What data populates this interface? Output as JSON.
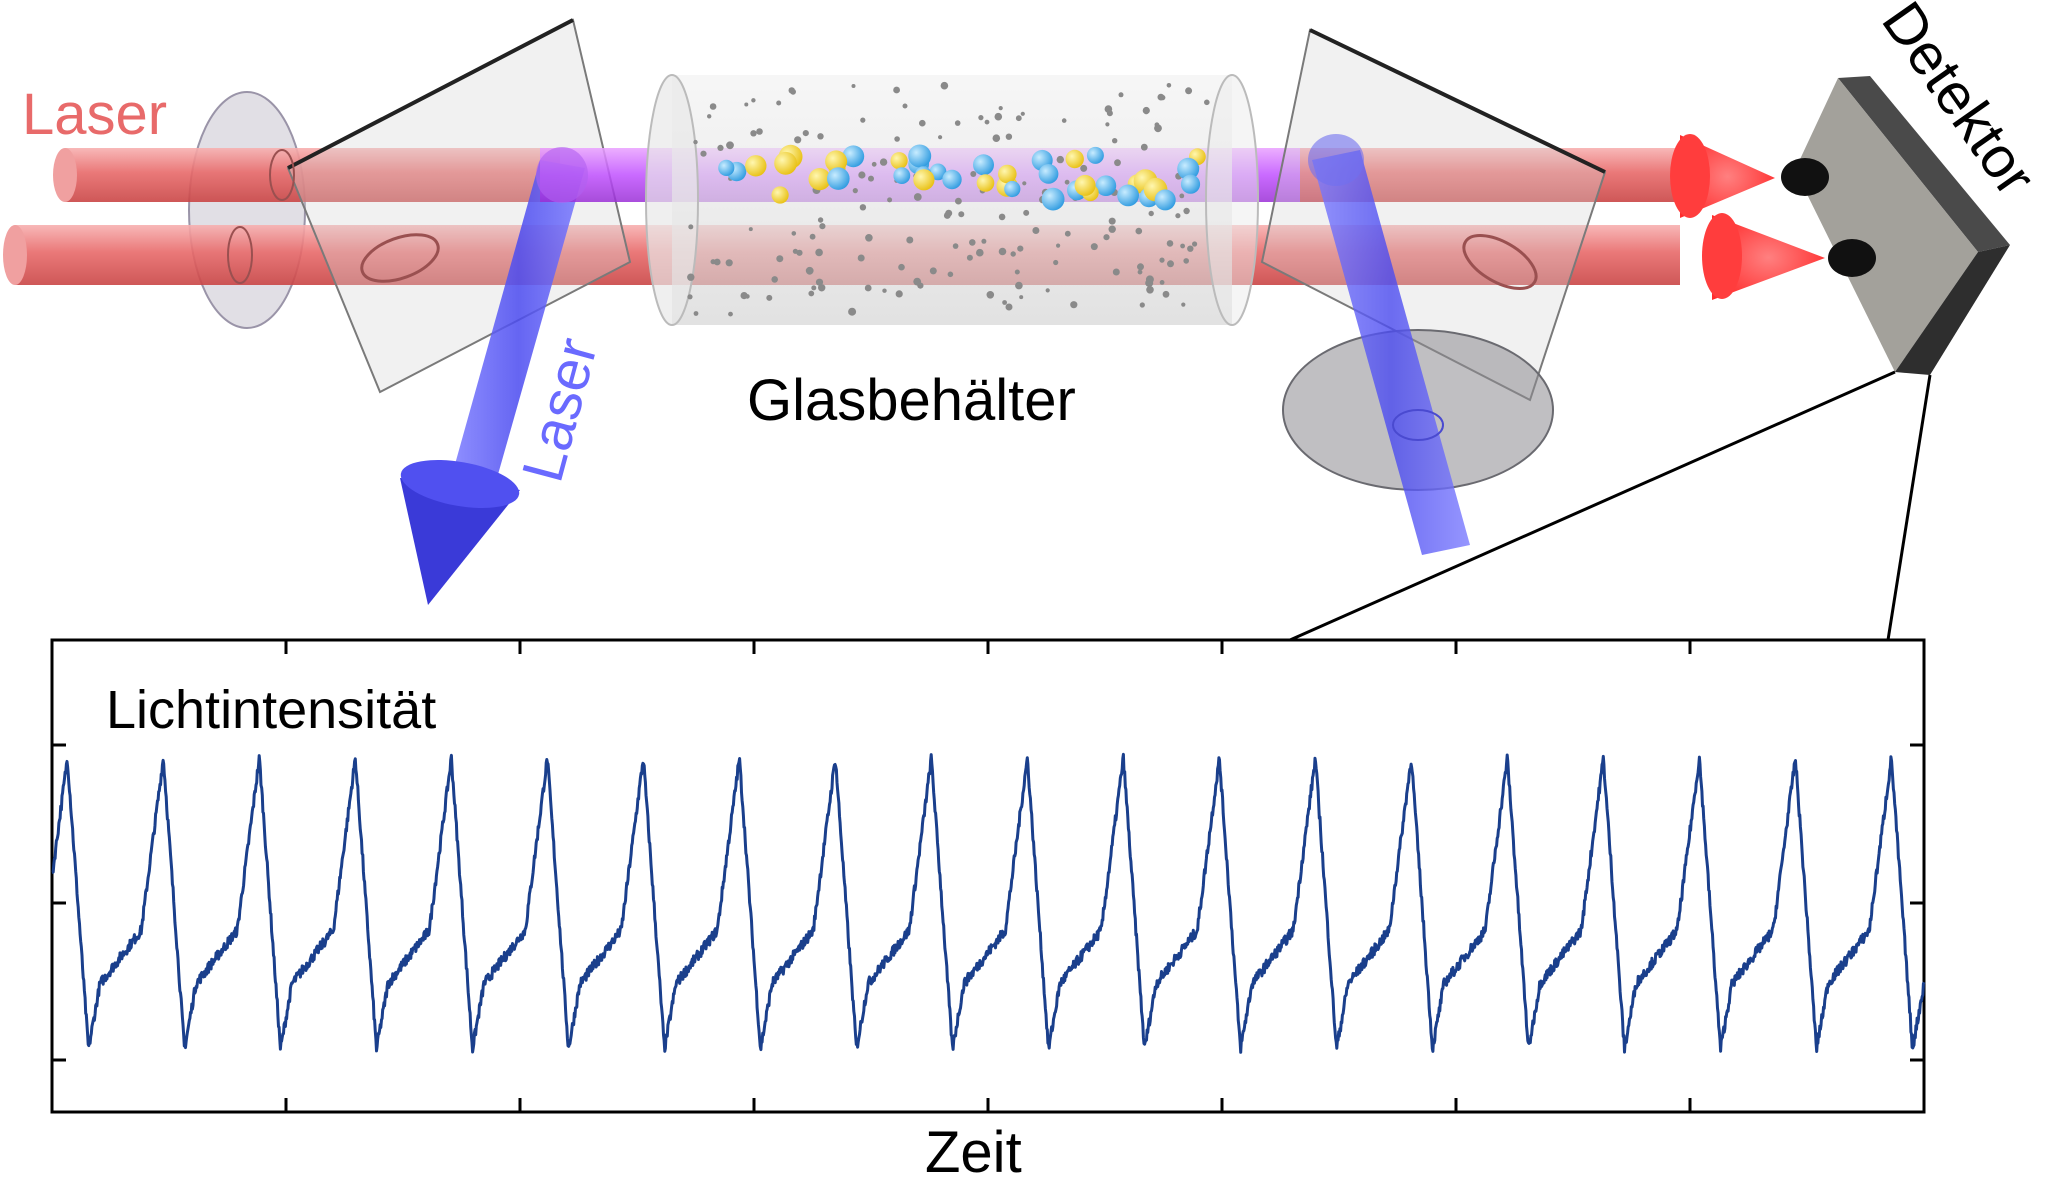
{
  "labels": {
    "laser_top": "Laser",
    "laser_blue": "Laser",
    "glass_container": "Glasbehälter",
    "detector": "Detektor"
  },
  "chart_data": {
    "type": "line",
    "ylabel": "Lichtintensität",
    "xlabel": "Zeit",
    "series": [
      {
        "values": [
          0.0,
          0.5,
          1.0,
          0.55,
          0.0
        ]
      }
    ],
    "periods": 19.5,
    "grid": false,
    "color": "#1a3f8c"
  },
  "colors": {
    "red_beam": "#e86060",
    "blue_beam": "#5a5aff",
    "purple_beam": "#c050ff",
    "detector_face": "#9f9f9a",
    "trace": "#1a3f8c"
  }
}
